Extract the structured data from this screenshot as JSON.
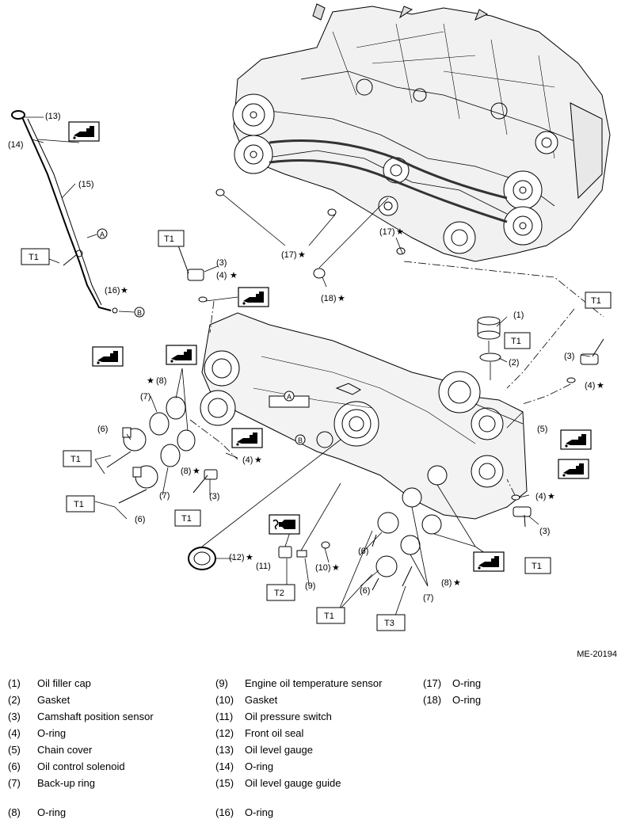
{
  "diagram": {
    "callouts": {
      "c13": "(13)",
      "c14": "(14)",
      "c15": "(15)",
      "c16": "(16)",
      "c3a": "(3)",
      "c4a": "(4)",
      "c17a": "(17)",
      "c17b": "(17)",
      "c18": "(18)",
      "c1": "(1)",
      "c2": "(2)",
      "c3b": "(3)",
      "c4b": "(4)",
      "c5": "(5)",
      "c8a": "(8)",
      "c7a": "(7)",
      "c6a": "(6)",
      "c7b": "(7)",
      "c8b": "(8)",
      "c4c": "(4)",
      "c3c": "(3)",
      "c6b": "(6)",
      "c4d": "(4)",
      "c3d": "(3)",
      "c12": "(12)",
      "c11": "(11)",
      "c9": "(9)",
      "c10": "(10)",
      "c6c": "(6)",
      "c6d": "(6)",
      "c7c": "(7)",
      "c8c": "(8)"
    },
    "star": "★",
    "circle_a": "A",
    "circle_b": "B",
    "torque_t1": "T1",
    "torque_t2": "T2",
    "torque_t3": "T3",
    "icons": [
      "oil-can-icon",
      "liquid-gasket-icon"
    ]
  },
  "ref_code": "ME-20194",
  "legend": [
    {
      "num": "(1)",
      "name": "Oil filler cap"
    },
    {
      "num": "(2)",
      "name": "Gasket"
    },
    {
      "num": "(3)",
      "name": "Camshaft position sensor"
    },
    {
      "num": "(4)",
      "name": "O-ring"
    },
    {
      "num": "(5)",
      "name": "Chain cover"
    },
    {
      "num": "(6)",
      "name": "Oil control solenoid"
    },
    {
      "num": "(7)",
      "name": "Back-up ring"
    },
    {
      "num": "(8)",
      "name": "O-ring"
    },
    {
      "num": "(9)",
      "name": "Engine oil temperature sensor"
    },
    {
      "num": "(10)",
      "name": "Gasket"
    },
    {
      "num": "(11)",
      "name": "Oil pressure switch"
    },
    {
      "num": "(12)",
      "name": "Front oil seal"
    },
    {
      "num": "(13)",
      "name": "Oil level gauge"
    },
    {
      "num": "(14)",
      "name": "O-ring"
    },
    {
      "num": "(15)",
      "name": "Oil level gauge guide"
    },
    {
      "num": "(16)",
      "name": "O-ring"
    },
    {
      "num": "(17)",
      "name": "O-ring"
    },
    {
      "num": "(18)",
      "name": "O-ring"
    }
  ]
}
